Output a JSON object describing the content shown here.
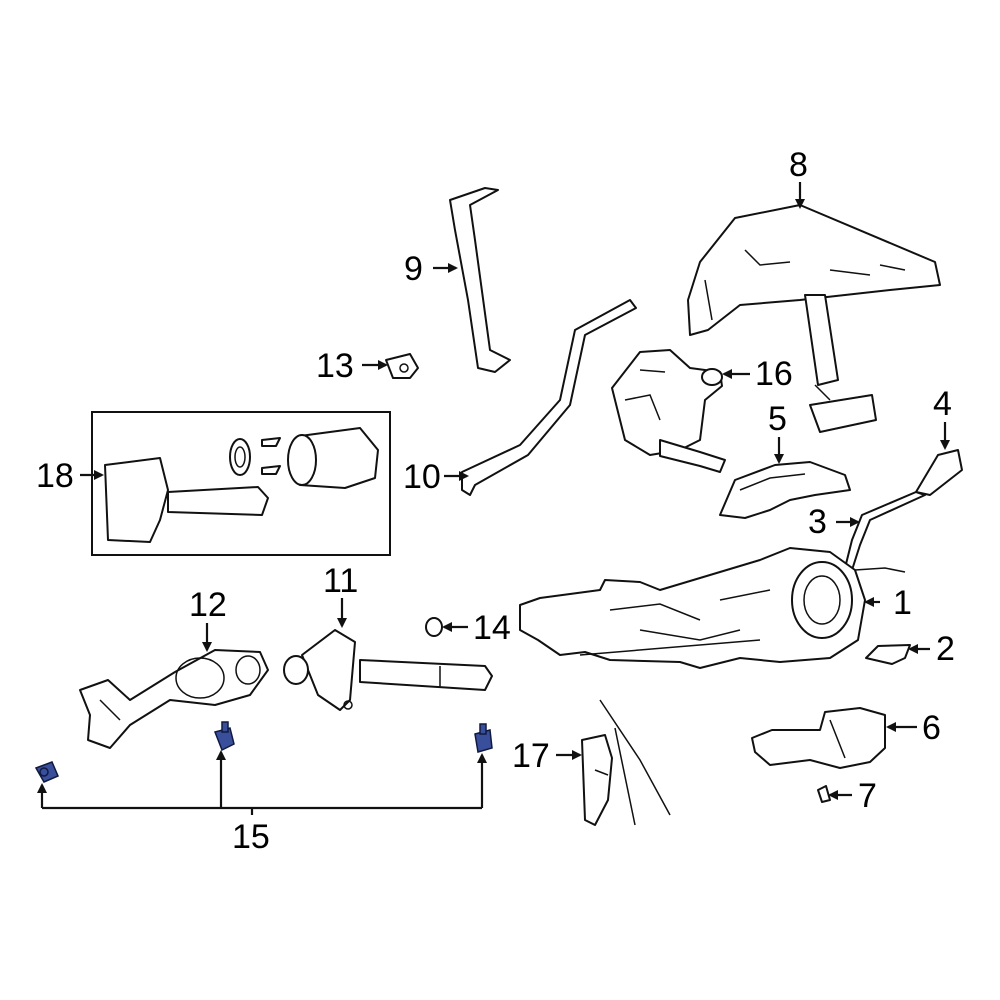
{
  "callouts": {
    "c1": "1",
    "c2": "2",
    "c3": "3",
    "c4": "4",
    "c5": "5",
    "c6": "6",
    "c7": "7",
    "c8": "8",
    "c9": "9",
    "c10": "10",
    "c11": "11",
    "c12": "12",
    "c13": "13",
    "c14": "14",
    "c15": "15",
    "c16": "16",
    "c17": "17",
    "c18": "18"
  },
  "highlight_color": "#3a4f9c"
}
